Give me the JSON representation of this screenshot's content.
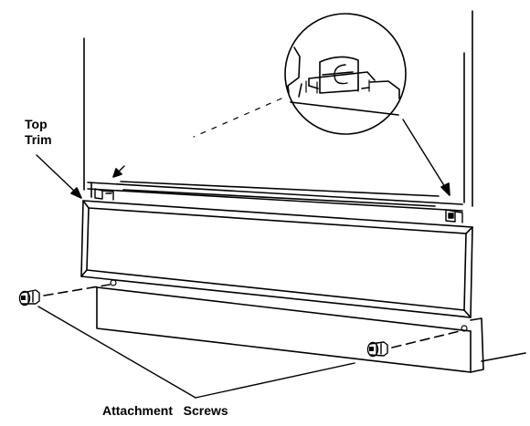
{
  "labels": {
    "top_trim_line1": "Top",
    "top_trim_line2": "Trim",
    "attachment_screws": "Attachment   Screws"
  },
  "colors": {
    "ink": "#000000",
    "paper": "#ffffff"
  }
}
